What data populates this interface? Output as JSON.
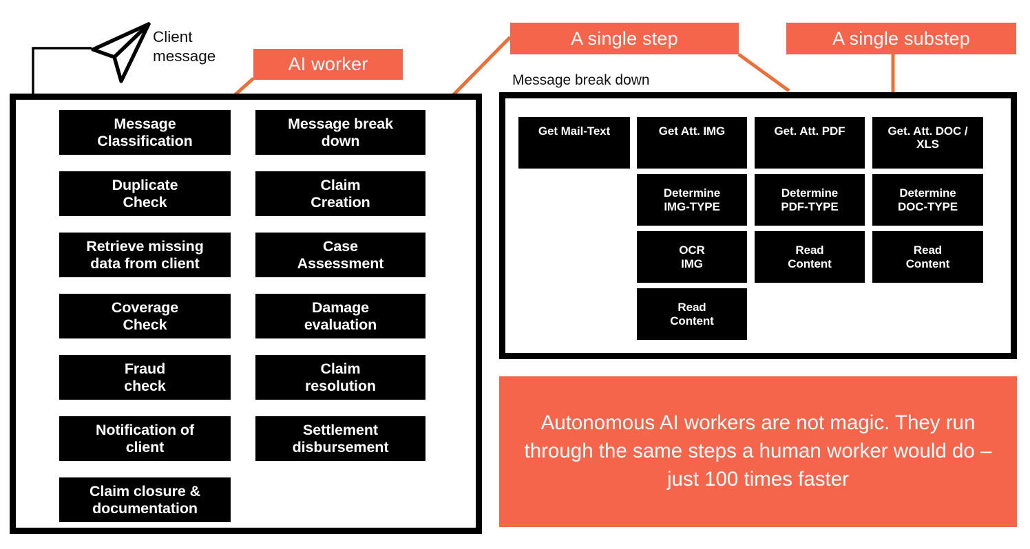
{
  "colors": {
    "accent": "#F4654B",
    "box": "#000000",
    "box_text": "#FFFFFF",
    "background": "#FFFFFF"
  },
  "client": {
    "icon": "paper-plane-icon",
    "label_line1": "Client",
    "label_line2": "message"
  },
  "callouts": {
    "ai_worker": "AI worker",
    "single_step": "A single step",
    "single_substep": "A single substep"
  },
  "worker_panel": {
    "rows": [
      {
        "left": "Message\nClassification",
        "right": "Message break\ndown"
      },
      {
        "left": "Duplicate\nCheck",
        "right": "Claim\nCreation"
      },
      {
        "left": "Retrieve missing\ndata from client",
        "right": "Case\nAssessment"
      },
      {
        "left": "Coverage\nCheck",
        "right": "Damage\nevaluation"
      },
      {
        "left": "Fraud\ncheck",
        "right": "Claim\nresolution"
      },
      {
        "left": "Notification of\nclient",
        "right": "Settlement\ndisbursement"
      },
      {
        "left": "Claim closure &\ndocumentation",
        "right": null
      }
    ]
  },
  "breakdown_panel": {
    "title": "Message break down",
    "columns": [
      {
        "steps": [
          "Get  Mail-Text"
        ]
      },
      {
        "steps": [
          "Get Att. IMG",
          "Determine\nIMG-TYPE",
          "OCR\nIMG",
          "Read\nContent"
        ]
      },
      {
        "steps": [
          "Get. Att. PDF",
          "Determine\nPDF-TYPE",
          "Read\nContent"
        ]
      },
      {
        "steps": [
          "Get. Att. DOC /\nXLS",
          "Determine\nDOC-TYPE",
          "Read\nContent"
        ]
      }
    ]
  },
  "quote": {
    "text": "Autonomous AI workers are not magic. They run through the same steps a human worker would do – just 100 times faster"
  }
}
